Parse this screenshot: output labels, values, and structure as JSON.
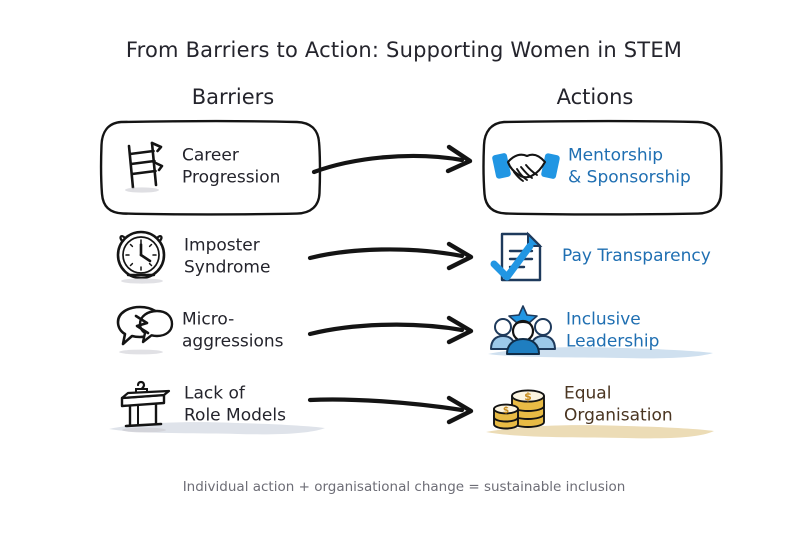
{
  "title": "From Barriers to Action: Supporting Women in STEM",
  "columns": {
    "left": "Barriers",
    "right": "Actions"
  },
  "footer": "Individual action + organisational change = sustainable inclusion",
  "colors": {
    "text_dark": "#24242c",
    "accent_blue": "#1f6fb2",
    "icon_blue": "#2196e3",
    "brown": "#4a3521",
    "coin_gold": "#e8bb45",
    "brush_grey": "#dfe3ea",
    "brush_blue": "#cfe0ef",
    "brush_beige": "#ecdcb6",
    "ink": "#1a1a1a",
    "background": "#ffffff"
  },
  "rows": [
    {
      "barrier": {
        "label": "Career\nProgression",
        "icon": "ladder-icon",
        "boxed": true,
        "brush": null
      },
      "action": {
        "label": "Mentorship\n& Sponsorship",
        "icon": "handshake-icon",
        "boxed": true,
        "brush": null
      },
      "arrow": "arrow-right-1"
    },
    {
      "barrier": {
        "label": "Imposter\nSyndrome",
        "icon": "alarm-clock-icon",
        "boxed": false,
        "brush": null
      },
      "action": {
        "label": "Pay Transparency",
        "icon": "document-check-icon",
        "boxed": false,
        "brush": null
      },
      "arrow": "arrow-right-2"
    },
    {
      "barrier": {
        "label": "Micro-\naggressions",
        "icon": "speech-bubbles-icon",
        "boxed": false,
        "brush": null
      },
      "action": {
        "label": "Inclusive\nLeadership",
        "icon": "team-star-icon",
        "boxed": false,
        "brush": "brush-blue"
      },
      "arrow": "arrow-right-3"
    },
    {
      "barrier": {
        "label": "Lack of\nRole Models",
        "icon": "podium-icon",
        "boxed": false,
        "brush": "brush-grey"
      },
      "action": {
        "label": "Equal\nOrganisation",
        "icon": "coin-stack-icon",
        "boxed": false,
        "brush": "brush-beige"
      },
      "arrow": "arrow-right-4"
    }
  ]
}
